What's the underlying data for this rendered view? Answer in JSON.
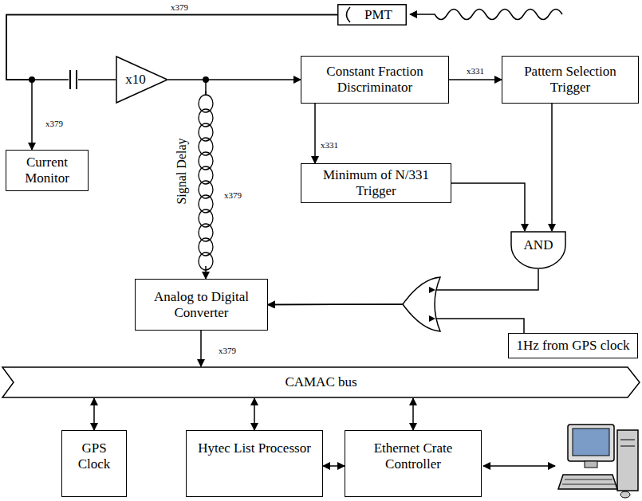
{
  "diagram": {
    "nodes": [
      {
        "text": [
          "PMT"
        ]
      },
      {
        "text": [
          "x10"
        ]
      },
      {
        "text": [
          "Constant Fraction Discriminator"
        ]
      },
      {
        "text": [
          "Pattern Selection Trigger"
        ]
      },
      {
        "text": [
          "Current Monitor"
        ]
      },
      {
        "text": [
          "Minimum of N/331 Trigger"
        ]
      },
      {
        "text": [
          "AND"
        ]
      },
      {
        "text": [
          "Analog to Digital Converter"
        ]
      },
      {
        "text": [
          "1Hz from GPS clock"
        ]
      },
      {
        "text": [
          "CAMAC bus"
        ]
      },
      {
        "text": [
          "GPS Clock"
        ]
      },
      {
        "text": [
          "Hytec List Processor"
        ]
      },
      {
        "text": [
          "Ethernet Crate Controller"
        ]
      }
    ],
    "edges": [
      {
        "from": 0,
        "to": 1,
        "label": "x379",
        "arrow": "none"
      },
      {
        "from": 0,
        "to": 4,
        "label": "x379",
        "arrow": "to"
      },
      {
        "from": 1,
        "to": 2,
        "arrow": "to"
      },
      {
        "from": 1,
        "to": 7,
        "label": "x379",
        "arrow": "to"
      },
      {
        "from": 2,
        "to": 3,
        "label": "x331",
        "arrow": "to"
      },
      {
        "from": 2,
        "to": 5,
        "label": "x331",
        "arrow": "to"
      },
      {
        "from": 5,
        "to": 6,
        "arrow": "to"
      },
      {
        "from": 3,
        "to": 6,
        "arrow": "to"
      },
      {
        "from": 6,
        "to": 7,
        "arrow": "to"
      },
      {
        "from": 8,
        "to": 7,
        "arrow": "to"
      },
      {
        "from": 7,
        "to": 9,
        "label": "x379",
        "arrow": "to"
      },
      {
        "from": 9,
        "to": 10,
        "arrow": "both"
      },
      {
        "from": 9,
        "to": 11,
        "arrow": "both"
      },
      {
        "from": 9,
        "to": 12,
        "arrow": "both"
      },
      {
        "from": 11,
        "to": 12,
        "arrow": "both"
      }
    ],
    "labels": [
      "Signal Delay"
    ]
  }
}
